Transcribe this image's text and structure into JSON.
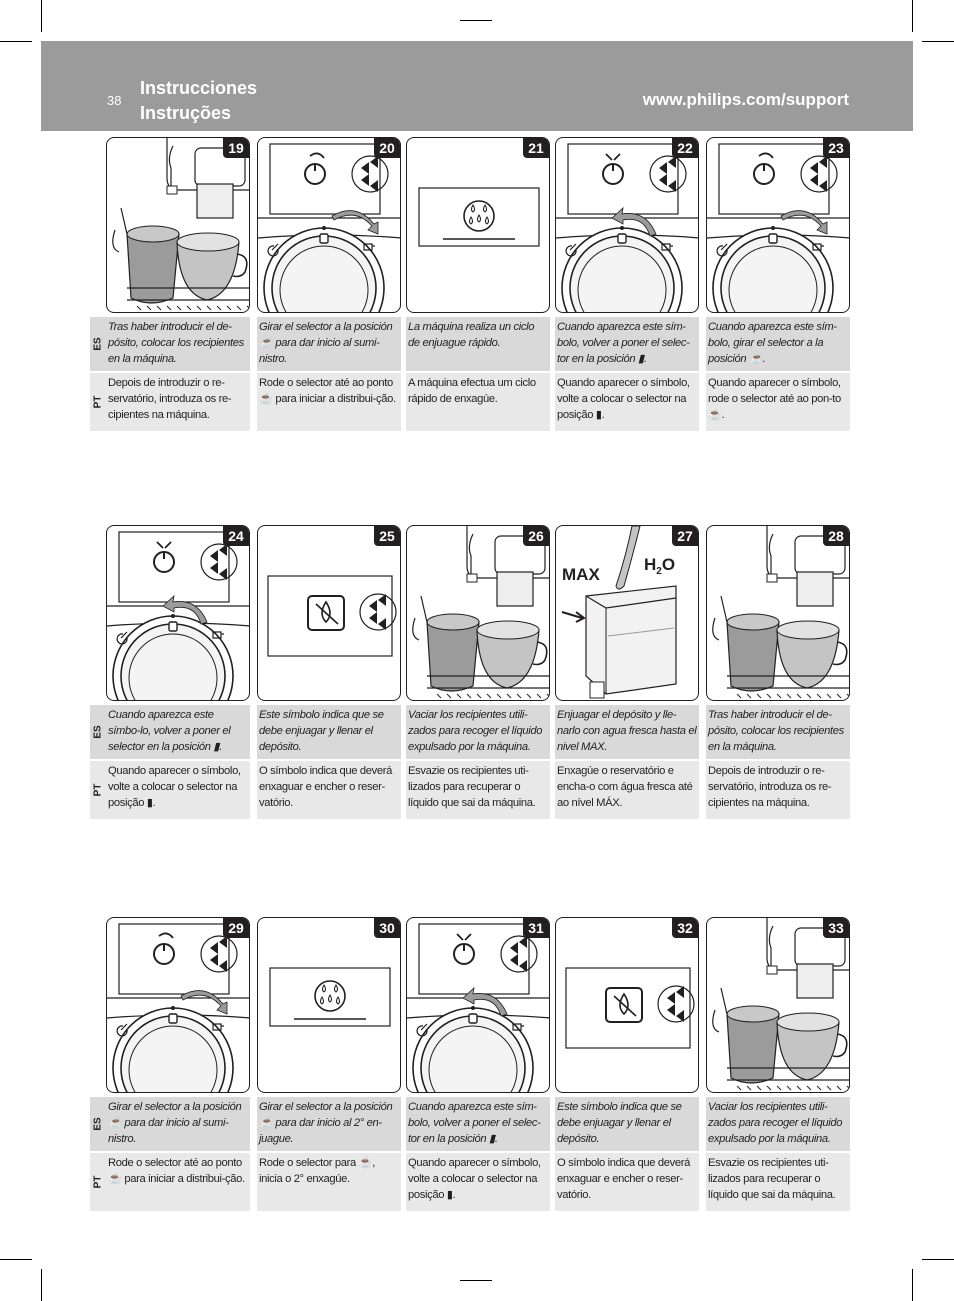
{
  "header": {
    "page_number": "38",
    "title_es": "Instrucciones",
    "title_pt": "Instruções",
    "support_url": "www.philips.com/support"
  },
  "lang": {
    "es": "ES",
    "pt": "PT"
  },
  "labels": {
    "max": "MAX",
    "h2o_h": "H",
    "h2o_2": "2",
    "h2o_o": "O"
  },
  "colors": {
    "header": "#9b9b9c",
    "es_band": "#d9d9d9",
    "pt_band": "#e8e8e8",
    "ink": "#231f20"
  },
  "steps": [
    {
      "num": "19",
      "illustration": "cups-under-spout",
      "es": "Tras haber introducir el de-pósito, colocar los recipientes en la máquina.",
      "pt": "Depois de introduzir o re-servatório, introduza os re-cipientes na máquina."
    },
    {
      "num": "20",
      "illustration": "selector-turn-right",
      "es": "Girar el selector a la posición ☕ para dar inicio al sumi-nistro.",
      "pt": "Rode o selector até ao ponto ☕ para iniciar a distribui-ção."
    },
    {
      "num": "21",
      "illustration": "rinse-display",
      "es": "La máquina realiza un ciclo de enjuague rápido.",
      "pt": "A máquina efectua um ciclo rápido de enxagúe."
    },
    {
      "num": "22",
      "illustration": "selector-turn-left",
      "es": "Cuando aparezca este sím-bolo, volver a poner el selec-tor en la posición ▮.",
      "pt": "Quando aparecer o símbolo, volte a colocar o selector na posição ▮."
    },
    {
      "num": "23",
      "illustration": "selector-turn-right",
      "es": "Cuando aparezca este sím-bolo, girar el selector a la posición ☕.",
      "pt": "Quando aparecer o símbolo, rode o selector até ao pon-to ☕."
    },
    {
      "num": "24",
      "illustration": "selector-turn-left",
      "es": "Cuando aparezca este símbo-lo, volver a poner el selector en la posición ▮.",
      "pt": "Quando aparecer o símbolo, volte a colocar o selector na posição ▮."
    },
    {
      "num": "25",
      "illustration": "water-warning-display",
      "es": "Este símbolo indica que se debe enjuagar y llenar el depósito.",
      "pt": "O símbolo indica que deverá enxaguar e encher o reser-vatório."
    },
    {
      "num": "26",
      "illustration": "cups-under-spout",
      "es": "Vaciar los recipientes utili-zados para recoger el líquido expulsado por la máquina.",
      "pt": "Esvazie os recipientes uti-lizados para recuperar o líquido que sai da máquina."
    },
    {
      "num": "27",
      "illustration": "fill-tank",
      "es": "Enjuagar el depósito y lle-narlo con agua fresca hasta el nivel MAX.",
      "pt": "Enxagúe o reservatório e encha-o com água fresca até ao nível MÁX."
    },
    {
      "num": "28",
      "illustration": "cups-under-spout",
      "es": "Tras haber introducir el de-pósito, colocar los recipientes en la máquina.",
      "pt": "Depois de introduzir o re-servatório, introduza os re-cipientes na máquina."
    },
    {
      "num": "29",
      "illustration": "selector-turn-right",
      "es": "Girar el selector a la posición ☕ para dar inicio al sumi-nistro.",
      "pt": "Rode o selector até ao ponto ☕ para iniciar a distribui-ção."
    },
    {
      "num": "30",
      "illustration": "rinse-display",
      "es": "Girar el selector a la posición ☕ para dar inicio al 2° en-juague.",
      "pt": "Rode o selector para ☕, inicia o 2° enxagúe."
    },
    {
      "num": "31",
      "illustration": "selector-turn-left",
      "es": "Cuando aparezca este sím-bolo, volver a poner el selec-tor en la posición ▮.",
      "pt": "Quando aparecer o símbolo, volte a colocar o selector na posição ▮."
    },
    {
      "num": "32",
      "illustration": "water-warning-display",
      "es": "Este símbolo indica que se debe enjuagar y llenar el depósito.",
      "pt": "O símbolo indica que deverá enxaguar e encher o reser-vatório."
    },
    {
      "num": "33",
      "illustration": "cups-under-spout",
      "es": "Vaciar los recipientes utili-zados para recoger el líquido expulsado por la máquina.",
      "pt": "Esvazie os recipientes uti-lizados para recuperar o líquido que sai da máquina."
    }
  ]
}
